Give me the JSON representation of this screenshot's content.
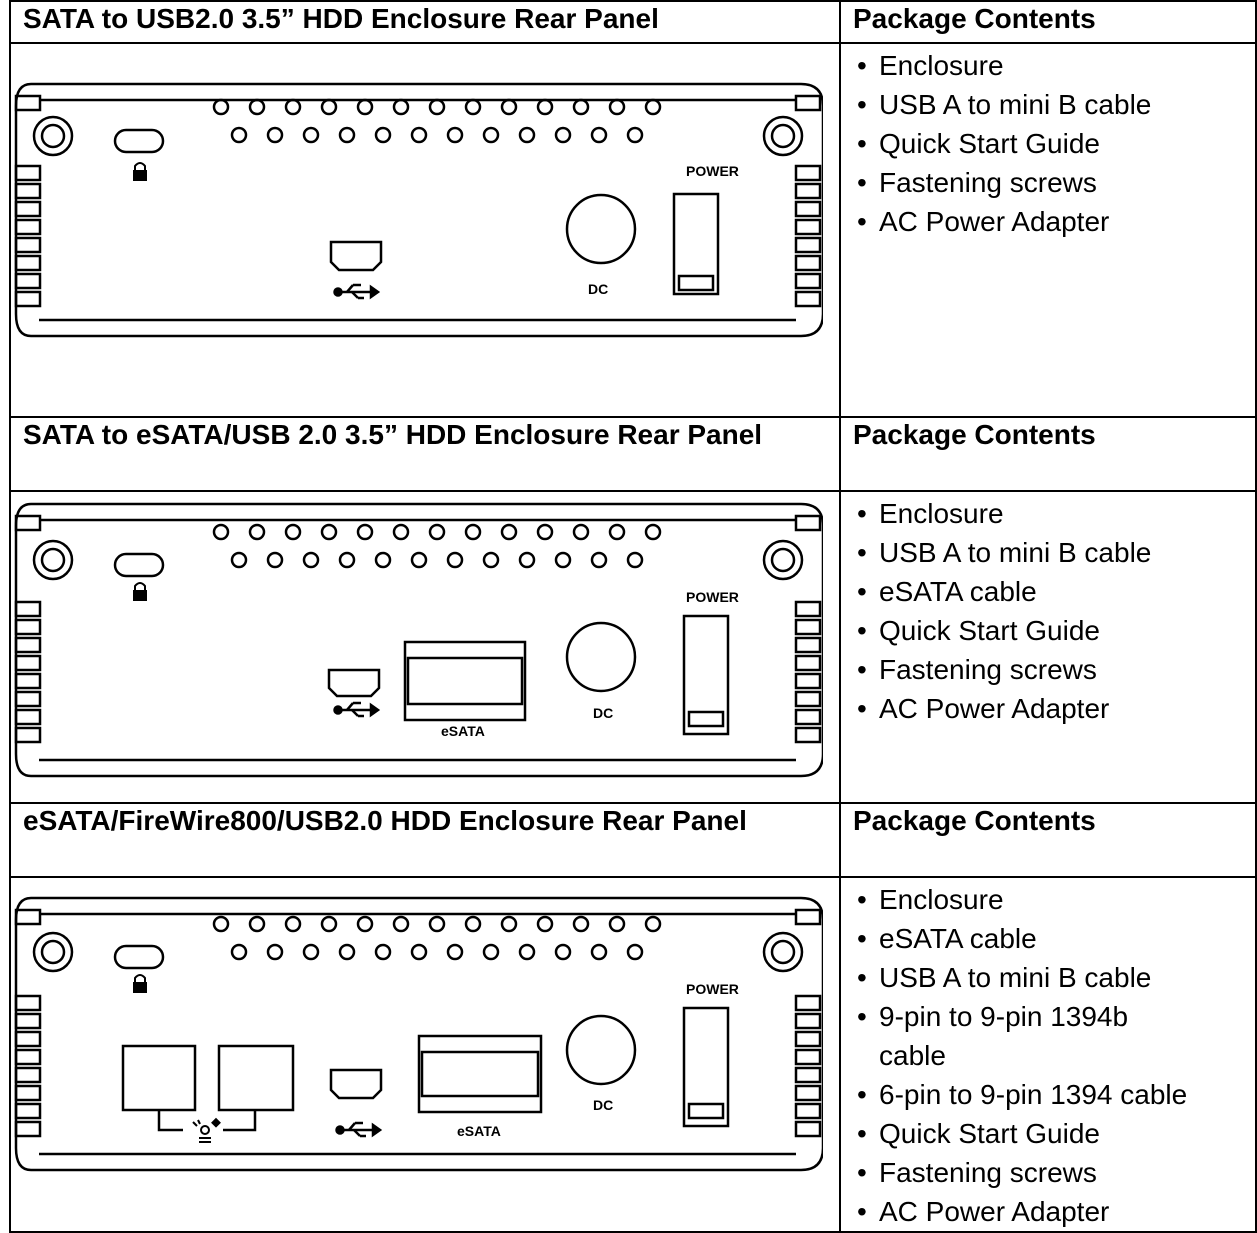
{
  "sections": [
    {
      "title": "SATA to USB2.0 3.5” HDD Enclosure Rear Panel",
      "contents_heading": "Package Contents",
      "items": [
        "Enclosure",
        "USB A to mini B cable",
        "Quick Start Guide",
        "Fastening screws",
        "AC Power Adapter"
      ],
      "panel": {
        "power_label": "POWER",
        "dc_label": "DC",
        "esata_label": ""
      }
    },
    {
      "title": "SATA to eSATA/USB 2.0 3.5” HDD Enclosure Rear Panel",
      "contents_heading": "Package Contents",
      "items": [
        "Enclosure",
        "USB A to mini B cable",
        "eSATA cable",
        "Quick Start Guide",
        "Fastening screws",
        "AC Power Adapter"
      ],
      "panel": {
        "power_label": "POWER",
        "dc_label": "DC",
        "esata_label": "eSATA"
      }
    },
    {
      "title": "eSATA/FireWire800/USB2.0 HDD Enclosure Rear Panel",
      "contents_heading": "Package Contents",
      "items": [
        "Enclosure",
        "eSATA cable",
        "USB A to mini B cable",
        "9-pin to 9-pin 1394b cable",
        "6-pin to 9-pin 1394 cable",
        "Quick Start Guide",
        "Fastening screws",
        "AC Power Adapter"
      ],
      "panel": {
        "power_label": "POWER",
        "dc_label": "DC",
        "esata_label": "eSATA"
      }
    }
  ]
}
